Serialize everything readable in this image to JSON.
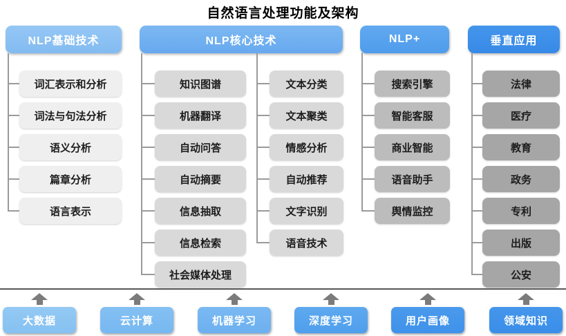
{
  "title": "自然语言处理功能及架构",
  "columns": [
    {
      "header": "NLP基础技术",
      "items": [
        "词汇表示和分析",
        "词法与句法分析",
        "语义分析",
        "篇章分析",
        "语言表示"
      ]
    },
    {
      "header": "NLP核心技术",
      "items_left": [
        "知识图谱",
        "机器翻译",
        "自动问答",
        "自动摘要",
        "信息抽取",
        "信息检索",
        "社会媒体处理"
      ],
      "items_right": [
        "文本分类",
        "文本聚类",
        "情感分析",
        "自动推荐",
        "文字识别",
        "语音技术"
      ]
    },
    {
      "header": "NLP+",
      "items": [
        "搜索引擎",
        "智能客服",
        "商业智能",
        "语音助手",
        "舆情监控"
      ]
    },
    {
      "header": "垂直应用",
      "items": [
        "法律",
        "医疗",
        "教育",
        "政务",
        "专利",
        "出版",
        "公安"
      ]
    }
  ],
  "foundations": [
    "大数据",
    "云计算",
    "机器学习",
    "深度学习",
    "用户画像",
    "领域知识"
  ],
  "colors": {
    "header_blues": [
      "#8CC2F3",
      "#6FAFF1",
      "#58A3EF",
      "#3D8FE9"
    ],
    "item_grays": [
      "#EFEFEF",
      "#D9D9D9",
      "#BCBCBC",
      "#A6A6A6"
    ],
    "foundation_blues": [
      "#8DC6F2",
      "#7FBEF2",
      "#74B7F1",
      "#58A7EF",
      "#4497EB",
      "#3F93EA"
    ],
    "connector": "#9A9A9A",
    "baseline": "#575757",
    "arrow": "#7B7B7B",
    "header_text": "#FFFFFF",
    "item_text": "#1C1C1C"
  }
}
